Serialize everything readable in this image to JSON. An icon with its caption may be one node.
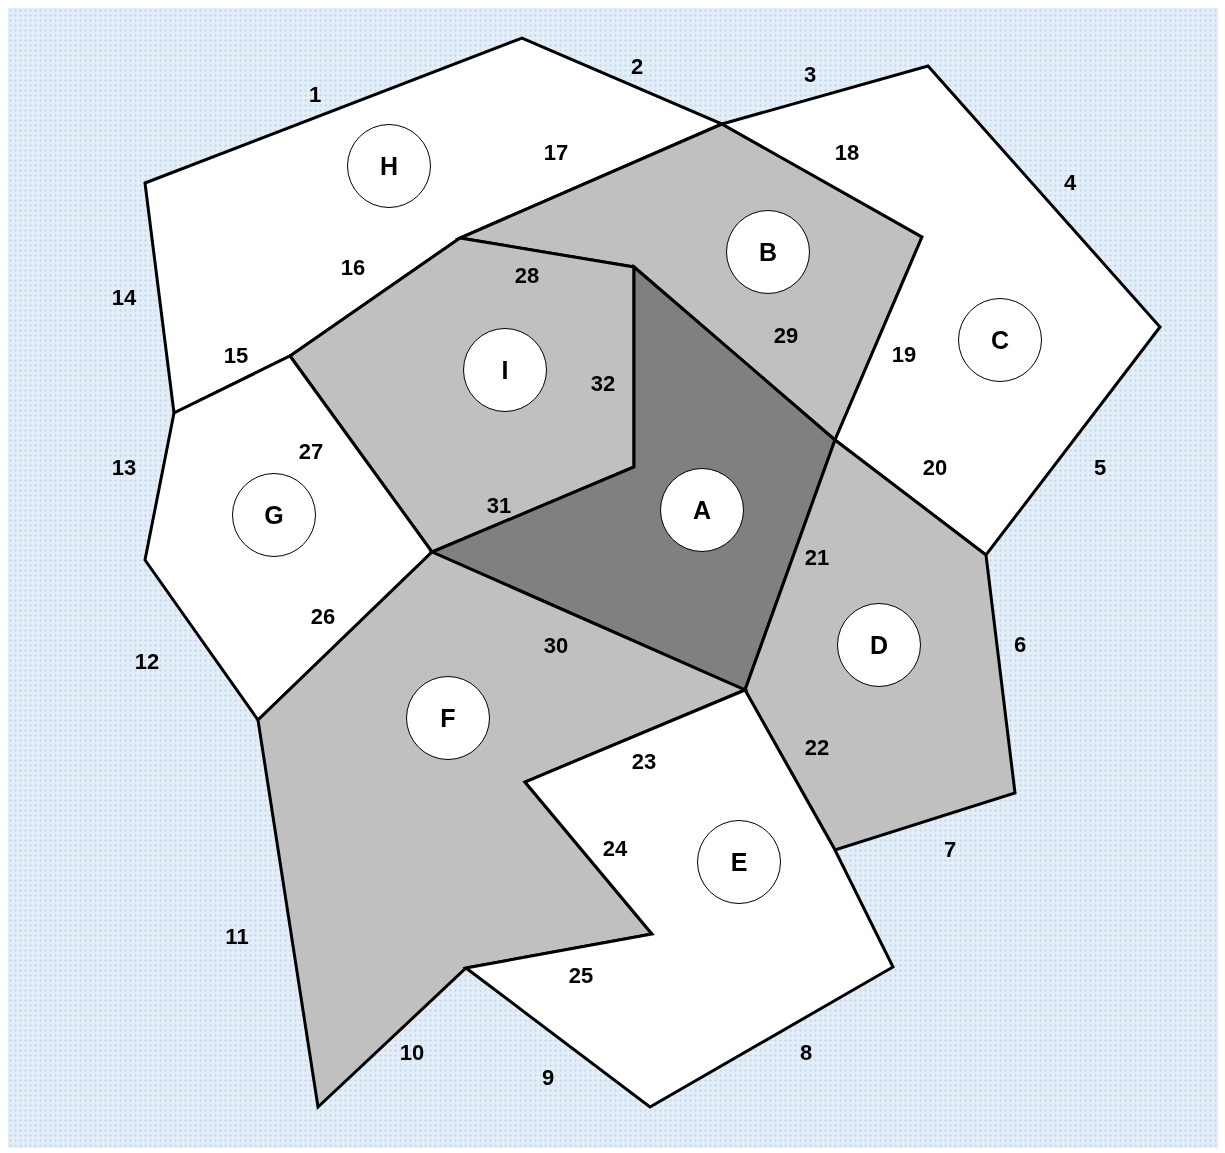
{
  "diagram": {
    "nodes": [
      {
        "text": [
          "H"
        ]
      },
      {
        "text": [
          "B"
        ]
      },
      {
        "text": [
          "C"
        ]
      },
      {
        "text": [
          "I"
        ]
      },
      {
        "text": [
          "G"
        ]
      },
      {
        "text": [
          "A"
        ]
      },
      {
        "text": [
          "D"
        ]
      },
      {
        "text": [
          "F"
        ]
      },
      {
        "text": [
          "E"
        ]
      }
    ],
    "labels": [
      "1",
      "2",
      "3",
      "4",
      "5",
      "6",
      "7",
      "8",
      "9",
      "10",
      "11",
      "12",
      "13",
      "14",
      "15",
      "16",
      "17",
      "18",
      "19",
      "20",
      "21",
      "22",
      "23",
      "24",
      "25",
      "26",
      "27",
      "28",
      "29",
      "30",
      "31",
      "32"
    ]
  }
}
